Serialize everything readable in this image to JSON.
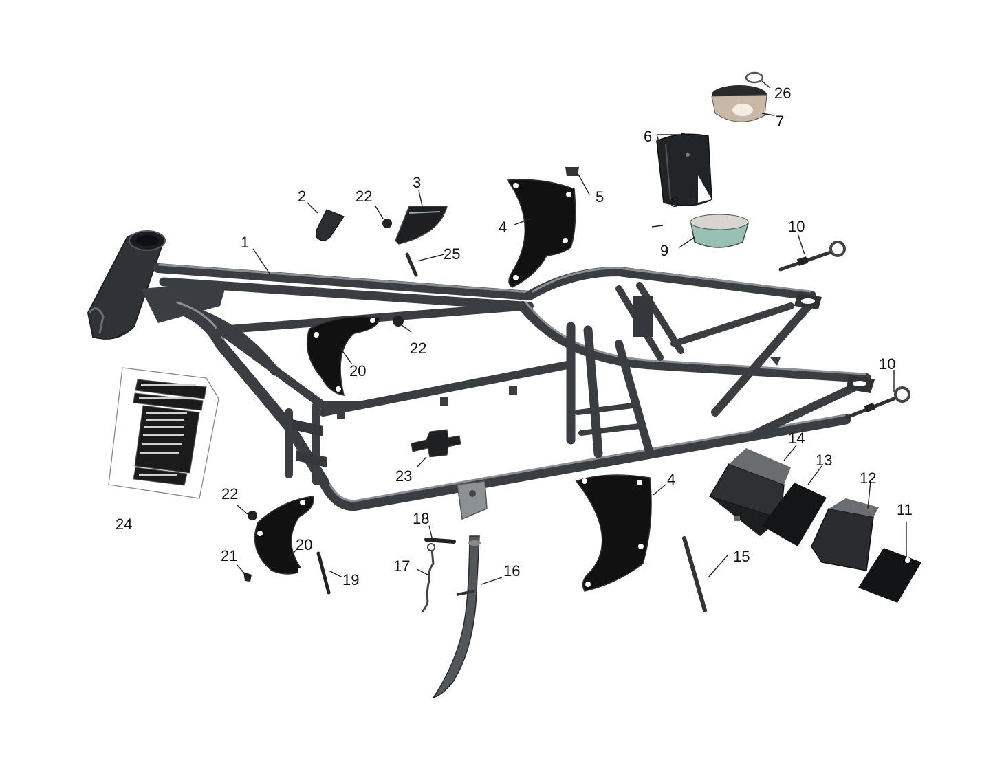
{
  "diagram": {
    "callouts": [
      {
        "id": "1",
        "text": "1"
      },
      {
        "id": "2",
        "text": "2"
      },
      {
        "id": "3",
        "text": "3"
      },
      {
        "id": "4a",
        "text": "4"
      },
      {
        "id": "4b",
        "text": "4"
      },
      {
        "id": "5",
        "text": "5"
      },
      {
        "id": "6",
        "text": "6"
      },
      {
        "id": "7",
        "text": "7"
      },
      {
        "id": "8",
        "text": "8"
      },
      {
        "id": "9",
        "text": "9"
      },
      {
        "id": "10a",
        "text": "10"
      },
      {
        "id": "10b",
        "text": "10"
      },
      {
        "id": "11",
        "text": "11"
      },
      {
        "id": "12",
        "text": "12"
      },
      {
        "id": "13",
        "text": "13"
      },
      {
        "id": "14",
        "text": "14"
      },
      {
        "id": "15",
        "text": "15"
      },
      {
        "id": "16",
        "text": "16"
      },
      {
        "id": "17",
        "text": "17"
      },
      {
        "id": "18",
        "text": "18"
      },
      {
        "id": "19",
        "text": "19"
      },
      {
        "id": "20a",
        "text": "20"
      },
      {
        "id": "20b",
        "text": "20"
      },
      {
        "id": "21",
        "text": "21"
      },
      {
        "id": "22a",
        "text": "22"
      },
      {
        "id": "22b",
        "text": "22"
      },
      {
        "id": "22c",
        "text": "22"
      },
      {
        "id": "23",
        "text": "23"
      },
      {
        "id": "24",
        "text": "24"
      },
      {
        "id": "25",
        "text": "25"
      },
      {
        "id": "26",
        "text": "26"
      }
    ]
  },
  "colors": {
    "frame": "#3a3e42",
    "plate": "#111111",
    "chrome": "#c9b8a6",
    "background": "#ffffff"
  }
}
